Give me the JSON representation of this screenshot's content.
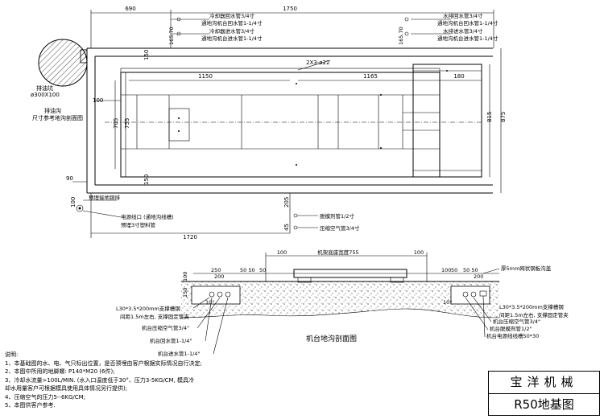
{
  "dimensions": {
    "top_left": "690",
    "top_right": "1750",
    "v_165_left": "165.70",
    "v_165_right": "165.70",
    "v_150_top": "150",
    "v_150_bottom": "150",
    "pipe_spec": "2X3-ø22",
    "span_left": "1150",
    "span_right": "1165",
    "right_180": "180",
    "left_100": "100",
    "v_755": "755",
    "v_705": "705",
    "v_815": "815",
    "v_875": "875",
    "v_90": "90",
    "v_100": "100",
    "v_205": "205",
    "v_45": "45",
    "bottom_total": "1720"
  },
  "labels": {
    "cool_return": "冷却器回水管3/4寸",
    "pit_return": "通地沟机台回水管1-1/4寸",
    "cool_inlet": "冷却器进水管3/4寸",
    "pit_inlet": "通地沟机台进水管1-1/4寸",
    "drain_return": "水排回水管3/4寸",
    "drain_pit_return": "通地沟机台回水管1-1/4寸",
    "drain_inlet": "水排进水管3/4寸",
    "drain_pit_inlet": "通地沟机台进水管1-1/4寸",
    "oil_pit": "排油坑",
    "oil_pit_size": "ø300X100",
    "oil_channel": "排油沟",
    "oil_channel_note": "尺寸参考地沟剖面图",
    "ground_bar": "预埋接地铜排",
    "power_conduit": "电源线口 (通地沟线槽)",
    "plastic_pipe": "预埋3寸塑料管",
    "release_agent": "脱模剂管1/2寸",
    "compressed_air": "压缩空气管3/4寸"
  },
  "section": {
    "frame_width": "机架底座宽度755",
    "cover": "厚5mm网状钢板沟盖",
    "d100a": "100",
    "d100b": "100",
    "d100c": "100",
    "d100d": "100",
    "d250": "250",
    "d200": "200",
    "d5050": "50 50",
    "d50": "50",
    "d50r": "50",
    "d5050r": "50 50",
    "d200r": "200",
    "d150": "150",
    "d10": "10°",
    "d10r": "10°",
    "angle_left": "L30*3.5*200mm支撑槽钢",
    "angle_left_note": "间距1.5m左右, 支撑固定管夹",
    "angle_right": "L30*3.5*200mm支撑槽钢",
    "angle_right_note": "间距1.5m左右, 支撑固定管夹",
    "air_left": "机台压缩空气管3/4\"",
    "return_left": "机台回水管1-1/4\"",
    "inlet_left": "机台进水管1-1/4\"",
    "air_right": "机台压缩空气管3/4\"",
    "release_right": "机台脱模剂管1/2\"",
    "cable_right": "机台电源线线槽50*30",
    "title": "机台地沟剖面图"
  },
  "notes": {
    "heading": "说明:",
    "n1": "1、本基础图的水、电、气只标出位置，是否预埋由客户根据实际情况自行决定;",
    "n2": "2、本图中所用的地脚螺: P140*M20 (6件);",
    "n3": "3、冷却水流量>100L/MIN. (水入口温度低于30°、压力3-5KG/CM, 模具冷",
    "n3b": "却水用量客户可根据模具使用具体情况另行提供);",
    "n4": "4、压缩空气的压力5--6KG/CM;",
    "n5": "5、本图供客户参考."
  },
  "title_block": {
    "company": "宝洋机械",
    "drawing": "R50地基图"
  }
}
